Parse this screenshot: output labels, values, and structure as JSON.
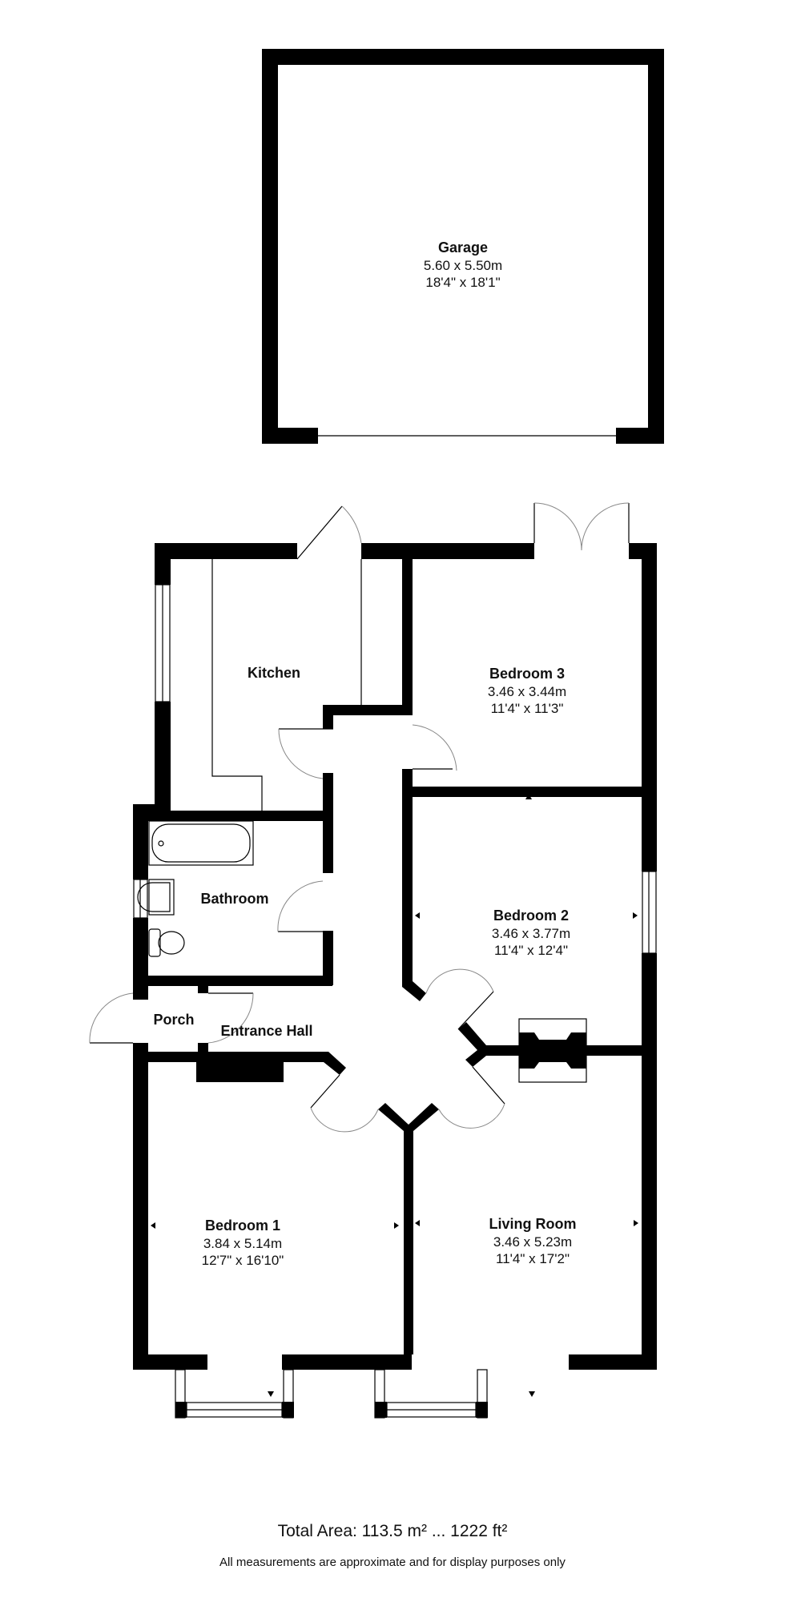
{
  "rooms": {
    "garage": {
      "name": "Garage",
      "metric": "5.60 x 5.50m",
      "imperial": "18'4\" x 18'1\""
    },
    "kitchen": {
      "name": "Kitchen"
    },
    "bedroom3": {
      "name": "Bedroom 3",
      "metric": "3.46 x 3.44m",
      "imperial": "11'4\" x 11'3\""
    },
    "bathroom": {
      "name": "Bathroom"
    },
    "bedroom2": {
      "name": "Bedroom 2",
      "metric": "3.46 x 3.77m",
      "imperial": "11'4\" x 12'4\""
    },
    "porch": {
      "name": "Porch"
    },
    "entrance_hall": {
      "name": "Entrance Hall"
    },
    "bedroom1": {
      "name": "Bedroom 1",
      "metric": "3.84 x 5.14m",
      "imperial": "12'7\" x 16'10\""
    },
    "living_room": {
      "name": "Living Room",
      "metric": "3.46 x 5.23m",
      "imperial": "11'4\" x 17'2\""
    }
  },
  "footer": {
    "total_area": "Total Area: 113.5 m² ... 1222 ft²",
    "disclaimer": "All measurements are approximate and for display purposes only"
  },
  "colors": {
    "wall": "#000000",
    "background": "#ffffff",
    "door_arc": "#888888"
  }
}
